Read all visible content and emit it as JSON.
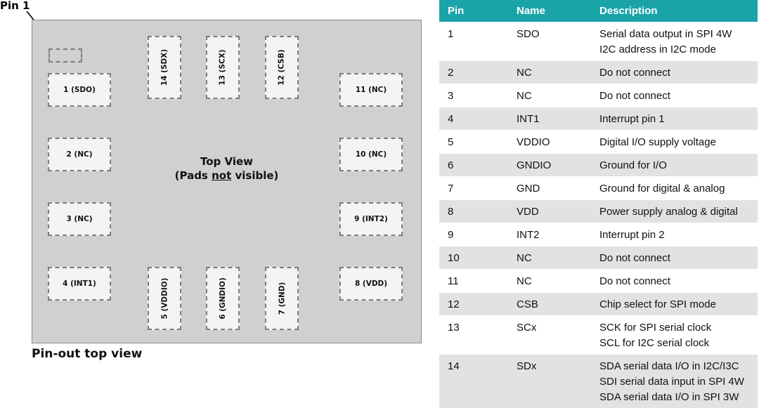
{
  "diagram": {
    "pin1_label": "Pin 1",
    "center_title": "Top View",
    "center_sub_pre": "(Pads ",
    "center_sub_under": "not",
    "center_sub_post": " visible)",
    "caption": "Pin-out top view",
    "pads": {
      "p1": "1 (SDO)",
      "p2": "2 (NC)",
      "p3": "3 (NC)",
      "p4": "4 (INT1)",
      "p5": "5 (VDDIO)",
      "p6": "6 (GNDIO)",
      "p7": "7 (GND)",
      "p8": "8 (VDD)",
      "p9": "9 (INT2)",
      "p10": "10 (NC)",
      "p11": "11 (NC)",
      "p12": "12 (CSB)",
      "p13": "13 (SCX)",
      "p14": "14 (SDX)"
    }
  },
  "table": {
    "headers": {
      "pin": "Pin",
      "name": "Name",
      "description": "Description"
    },
    "rows": [
      {
        "pin": "1",
        "name": "SDO",
        "desc": [
          "Serial data output in SPI 4W",
          "I2C address in I2C mode"
        ]
      },
      {
        "pin": "2",
        "name": "NC",
        "desc": [
          "Do not connect"
        ]
      },
      {
        "pin": "3",
        "name": "NC",
        "desc": [
          "Do not connect"
        ]
      },
      {
        "pin": "4",
        "name": "INT1",
        "desc": [
          "Interrupt pin 1"
        ]
      },
      {
        "pin": "5",
        "name": "VDDIO",
        "desc": [
          "Digital I/O supply voltage"
        ]
      },
      {
        "pin": "6",
        "name": "GNDIO",
        "desc": [
          "Ground for I/O"
        ]
      },
      {
        "pin": "7",
        "name": "GND",
        "desc": [
          "Ground for digital & analog"
        ]
      },
      {
        "pin": "8",
        "name": "VDD",
        "desc": [
          "Power supply analog & digital"
        ]
      },
      {
        "pin": "9",
        "name": "INT2",
        "desc": [
          "Interrupt pin 2"
        ]
      },
      {
        "pin": "10",
        "name": "NC",
        "desc": [
          "Do not connect"
        ]
      },
      {
        "pin": "11",
        "name": "NC",
        "desc": [
          "Do not connect"
        ]
      },
      {
        "pin": "12",
        "name": "CSB",
        "desc": [
          "Chip select for SPI mode"
        ]
      },
      {
        "pin": "13",
        "name": "SCx",
        "desc": [
          "SCK for SPI serial clock",
          "SCL for I2C serial clock"
        ]
      },
      {
        "pin": "14",
        "name": "SDx",
        "desc": [
          "SDA serial data I/O in I2C/I3C",
          "SDI serial data input in SPI 4W",
          "SDA serial data I/O in SPI 3W"
        ]
      }
    ]
  },
  "colors": {
    "header_bg": "#1aa4a9",
    "package_fill": "#d1cfcf",
    "pad_fill": "#f4f4f4",
    "row_alt": "#e2e2e2"
  }
}
